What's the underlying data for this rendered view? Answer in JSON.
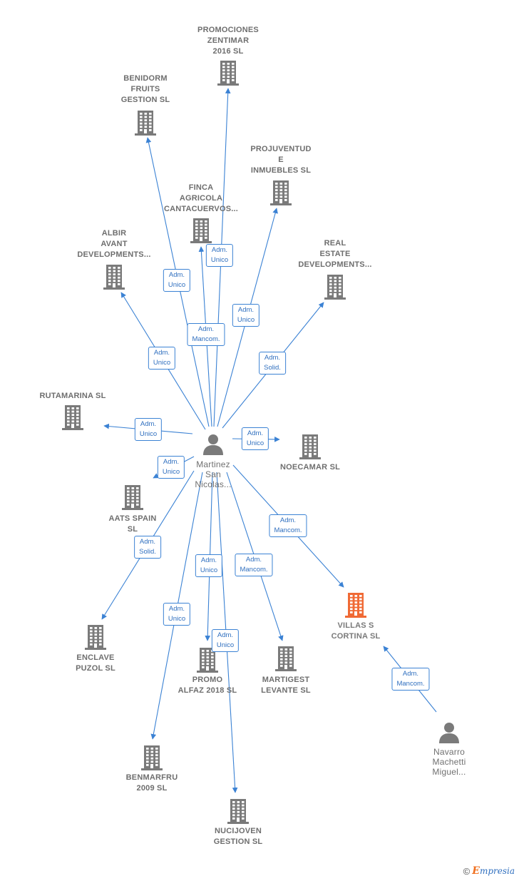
{
  "colors": {
    "edge": "#3b82d4",
    "company": "#7a7a7a",
    "focus": "#f06a35",
    "person": "#7a7a7a"
  },
  "nodes": [
    {
      "id": "promociones",
      "kind": "company",
      "label": "PROMOCIONES\nZENTIMAR\n2016  SL"
    },
    {
      "id": "benidorm",
      "kind": "company",
      "label": "BENIDORM\nFRUITS\nGESTION  SL"
    },
    {
      "id": "projuventud",
      "kind": "company",
      "label": "PROJUVENTUD\nE\nINMUEBLES SL"
    },
    {
      "id": "finca",
      "kind": "company",
      "label": "FINCA\nAGRICOLA\nCANTACUERVOS..."
    },
    {
      "id": "albir",
      "kind": "company",
      "label": "ALBIR\nAVANT\nDEVELOPMENTS..."
    },
    {
      "id": "real",
      "kind": "company",
      "label": "REAL\nESTATE\nDEVELOPMENTS..."
    },
    {
      "id": "rutamarina",
      "kind": "company",
      "label": "RUTAMARINA SL"
    },
    {
      "id": "noecamar",
      "kind": "company",
      "label": "NOECAMAR SL"
    },
    {
      "id": "aats",
      "kind": "company",
      "label": "AATS SPAIN\nSL"
    },
    {
      "id": "martinez",
      "kind": "person",
      "label": "Martinez\nSan\nNicolas..."
    },
    {
      "id": "villas",
      "kind": "focus",
      "label": "VILLAS S\nCORTINA  SL"
    },
    {
      "id": "enclave",
      "kind": "company",
      "label": "ENCLAVE\nPUZOL SL"
    },
    {
      "id": "promo",
      "kind": "company",
      "label": "PROMO\nALFAZ 2018  SL"
    },
    {
      "id": "martigest",
      "kind": "company",
      "label": "MARTIGEST\nLEVANTE SL"
    },
    {
      "id": "navarro",
      "kind": "person",
      "label": "Navarro\nMachetti\nMiguel..."
    },
    {
      "id": "benmarfru",
      "kind": "company",
      "label": "BENMARFRU\n2009 SL"
    },
    {
      "id": "nucijoven",
      "kind": "company",
      "label": "NUCIJOVEN\nGESTION SL"
    }
  ],
  "edges": [
    {
      "from": "martinez",
      "to": "promociones",
      "label": "Adm.\nUnico"
    },
    {
      "from": "martinez",
      "to": "benidorm",
      "label": "Adm.\nUnico"
    },
    {
      "from": "martinez",
      "to": "projuventud",
      "label": "Adm.\nUnico"
    },
    {
      "from": "martinez",
      "to": "finca",
      "label": "Adm.\nMancom."
    },
    {
      "from": "martinez",
      "to": "albir",
      "label": "Adm.\nUnico"
    },
    {
      "from": "martinez",
      "to": "real",
      "label": "Adm.\nSolid."
    },
    {
      "from": "martinez",
      "to": "rutamarina",
      "label": "Adm.\nUnico"
    },
    {
      "from": "martinez",
      "to": "noecamar",
      "label": "Adm.\nUnico"
    },
    {
      "from": "martinez",
      "to": "aats",
      "label": "Adm.\nUnico"
    },
    {
      "from": "martinez",
      "to": "enclave",
      "label": "Adm.\nSolid."
    },
    {
      "from": "martinez",
      "to": "villas",
      "label": "Adm.\nMancom."
    },
    {
      "from": "martinez",
      "to": "promo",
      "label": "Adm.\nUnico"
    },
    {
      "from": "martinez",
      "to": "martigest",
      "label": "Adm.\nMancom."
    },
    {
      "from": "martinez",
      "to": "benmarfru",
      "label": "Adm.\nUnico"
    },
    {
      "from": "martinez",
      "to": "nucijoven",
      "label": "Adm.\nUnico"
    },
    {
      "from": "navarro",
      "to": "villas",
      "label": "Adm.\nMancom."
    }
  ],
  "footer": {
    "copyright": "©",
    "brand_initial": "E",
    "brand_rest": "mpresia"
  }
}
